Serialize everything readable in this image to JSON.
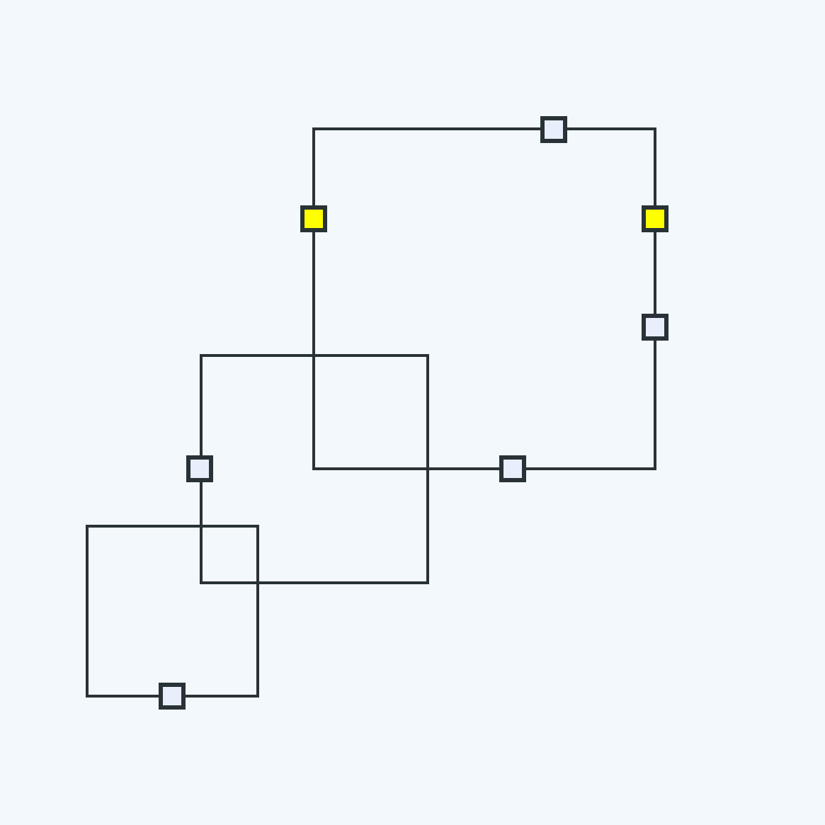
{
  "colors": {
    "background": "#f3f8fc",
    "line": "#283237",
    "node_default": "#e8eefb",
    "node_highlight": "#ffff00"
  },
  "puzzle": {
    "squares": [
      {
        "id": "large-square"
      },
      {
        "id": "middle-square"
      },
      {
        "id": "small-square"
      }
    ],
    "nodes": [
      {
        "id": "node-large-top",
        "state": "default"
      },
      {
        "id": "node-large-left",
        "state": "highlight"
      },
      {
        "id": "node-large-right-upper",
        "state": "highlight"
      },
      {
        "id": "node-large-right-lower",
        "state": "default"
      },
      {
        "id": "node-large-bottom",
        "state": "default"
      },
      {
        "id": "node-middle-left",
        "state": "default"
      },
      {
        "id": "node-small-bottom",
        "state": "default"
      }
    ]
  }
}
